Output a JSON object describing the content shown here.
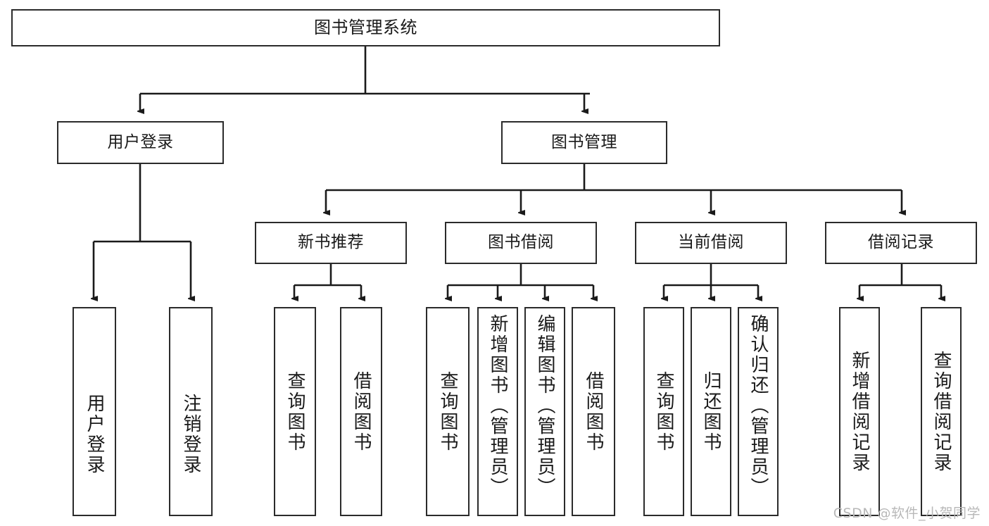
{
  "diagram": {
    "title": "图书管理系统",
    "type": "hierarchy-tree",
    "watermark": "CSDN @软件_小贺同学",
    "colors": {
      "background": "#ffffff",
      "box_border": "#2b2b2b",
      "box_fill": "#ffffff",
      "text": "#1a1a1a",
      "connector": "#1a1a1a",
      "watermark": "#b8b8b8"
    },
    "nodes": {
      "root": {
        "label": "图书管理系统"
      },
      "level2": [
        {
          "label": "用户登录"
        },
        {
          "label": "图书管理"
        }
      ],
      "level3": [
        {
          "label": "新书推荐"
        },
        {
          "label": "图书借阅"
        },
        {
          "label": "当前借阅"
        },
        {
          "label": "借阅记录"
        }
      ],
      "leaves_user_login": [
        {
          "label": "用户登录"
        },
        {
          "label": "注销登录"
        }
      ],
      "leaves_new_book": [
        {
          "label": "查询图书"
        },
        {
          "label": "借阅图书"
        }
      ],
      "leaves_borrow": [
        {
          "label": "查询图书"
        },
        {
          "label": "新增图书（管理员）"
        },
        {
          "label": "编辑图书（管理员）"
        },
        {
          "label": "借阅图书"
        }
      ],
      "leaves_current": [
        {
          "label": "查询图书"
        },
        {
          "label": "归还图书"
        },
        {
          "label": "确认归还（管理员）"
        }
      ],
      "leaves_record": [
        {
          "label": "新增借阅记录"
        },
        {
          "label": "查询借阅记录"
        }
      ]
    }
  }
}
